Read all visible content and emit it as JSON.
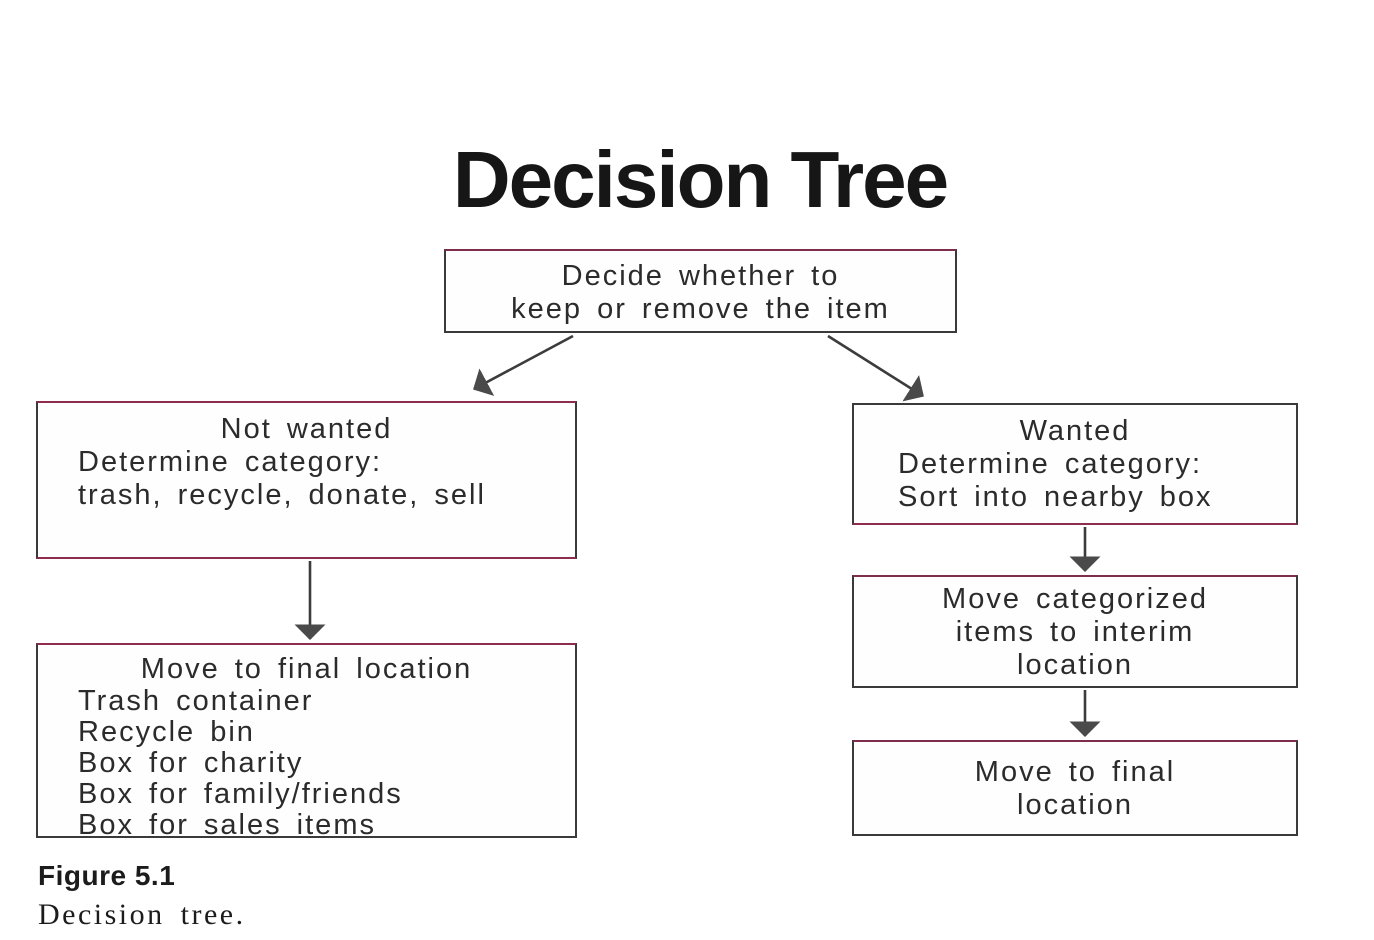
{
  "title": "Decision Tree",
  "nodes": {
    "root": {
      "lines": [
        "Decide whether to",
        "keep or remove the item"
      ]
    },
    "not_wanted": {
      "heading": "Not wanted",
      "body": [
        "Determine category:",
        "trash, recycle, donate, sell"
      ]
    },
    "wanted": {
      "heading": "Wanted",
      "body": [
        "Determine category:",
        "Sort into nearby box"
      ]
    },
    "final_left": {
      "heading": "Move to final location",
      "body": [
        "Trash container",
        "Recycle bin",
        "Box for charity",
        "Box for family/friends",
        "Box for sales items"
      ]
    },
    "interim": {
      "lines": [
        "Move categorized",
        "items to interim",
        "location"
      ]
    },
    "final_right": {
      "lines": [
        "Move to final",
        "location"
      ]
    }
  },
  "edges": [
    {
      "from": "root",
      "to": "not_wanted"
    },
    {
      "from": "root",
      "to": "wanted"
    },
    {
      "from": "not_wanted",
      "to": "final_left"
    },
    {
      "from": "wanted",
      "to": "interim"
    },
    {
      "from": "interim",
      "to": "final_right"
    }
  ],
  "caption": {
    "label": "Figure 5.1",
    "text": "Decision tree."
  },
  "colors": {
    "background": "#ffffff",
    "text": "#2b2b2b",
    "border_dark": "#3a3a3a",
    "border_crimson": "#8e2d50",
    "arrow_line": "#3c3c3c",
    "arrow_head": "#4a4a4a",
    "title_text": "#161616"
  }
}
